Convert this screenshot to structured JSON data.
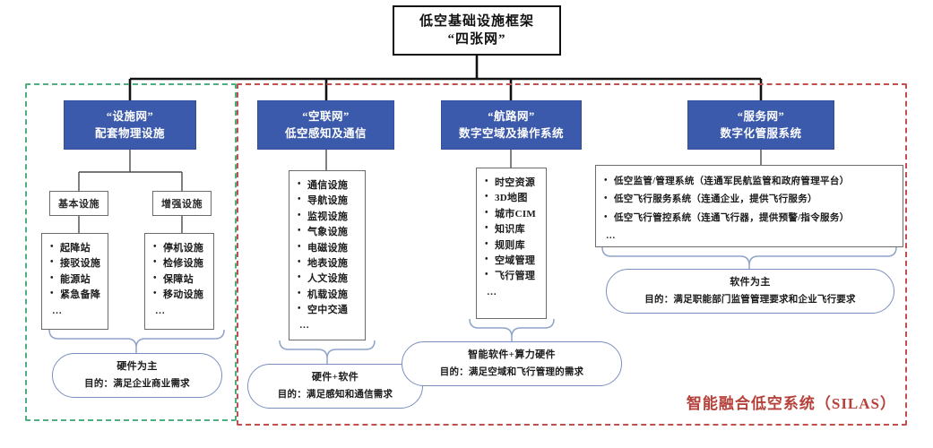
{
  "diagram": {
    "root": {
      "line1": "低空基础设施框架",
      "line2": "“四张网”"
    },
    "silas_label": "智能融合低空系统（SILAS）",
    "regions": {
      "green": {
        "name": "facility-region",
        "color": "#4fae7f"
      },
      "red": {
        "name": "silas-region",
        "color": "#c0504d"
      }
    },
    "accent_blue": "#3c5aab",
    "columns": [
      {
        "key": "facility-net",
        "header_line1": "“设施网”",
        "header_line2": "配套物理设施",
        "subgroups": [
          {
            "caption": "基本设施",
            "items": [
              "起降站",
              "接驳设施",
              "能源站",
              "紧急备降",
              "…"
            ]
          },
          {
            "caption": "增强设施",
            "items": [
              "停机设施",
              "检修设施",
              "保障站",
              "移动设施",
              "…"
            ]
          }
        ],
        "capsule": {
          "title": "硬件为主",
          "subtitle": "目的：满足企业商业需求"
        }
      },
      {
        "key": "air-link-net",
        "header_line1": "“空联网”",
        "header_line2": "低空感知及通信",
        "items": [
          "通信设施",
          "导航设施",
          "监视设施",
          "气象设施",
          "电磁设施",
          "地表设施",
          "人文设施",
          "机载设施",
          "空中交通",
          "…"
        ],
        "capsule": {
          "title": "硬件+软件",
          "subtitle": "目的：满足感知和通信需求"
        }
      },
      {
        "key": "route-net",
        "header_line1": "“航路网”",
        "header_line2": "数字空域及操作系统",
        "items": [
          "时空资源",
          "3D地图",
          "城市CIM",
          "知识库",
          "规则库",
          "空域管理",
          "飞行管理",
          "…"
        ],
        "capsule": {
          "title": "智能软件+算力硬件",
          "subtitle": "目的：满足空域和飞行管理的需求"
        }
      },
      {
        "key": "service-net",
        "header_line1": "“服务网”",
        "header_line2": "数字化管服系统",
        "items": [
          "低空监管/管理系统（连通军民航监管和政府管理平台）",
          "低空飞行服务系统（连通企业，提供飞行服务）",
          "低空飞行管控系统（连通飞行器，提供预警/指令服务）",
          "…"
        ],
        "capsule": {
          "title": "软件为主",
          "subtitle": "目的：满足职能部门监管管理要求和企业飞行要求"
        }
      }
    ]
  }
}
